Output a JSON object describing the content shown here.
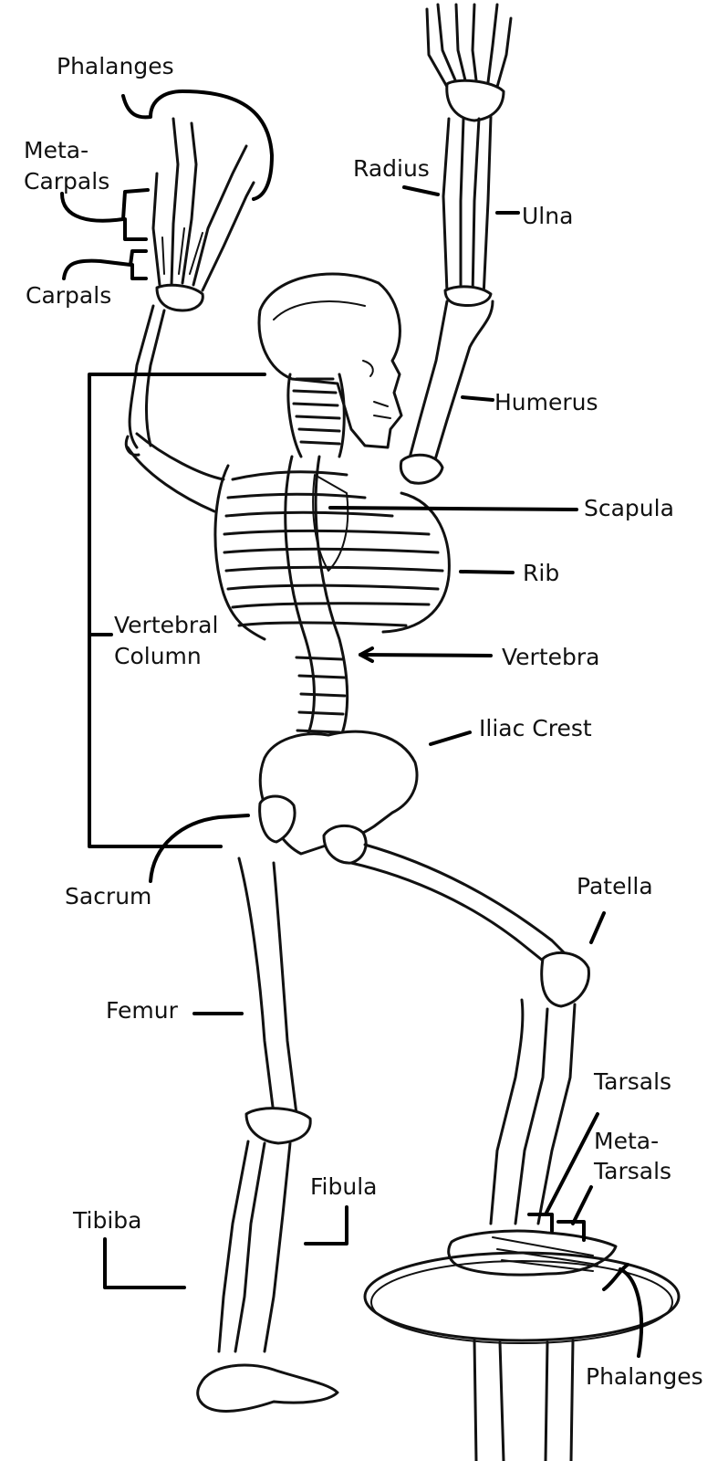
{
  "labels": {
    "phalanges_hand": "Phalanges",
    "metacarpals_1": "Meta-",
    "metacarpals_2": "Carpals",
    "carpals": "Carpals",
    "radius": "Radius",
    "ulna": "Ulna",
    "humerus": "Humerus",
    "scapula": "Scapula",
    "rib": "Rib",
    "vertebral_column_1": "Vertebral",
    "vertebral_column_2": "Column",
    "vertebra": "Vertebra",
    "iliac_crest": "Iliac Crest",
    "sacrum": "Sacrum",
    "patella": "Patella",
    "femur": "Femur",
    "tarsals": "Tarsals",
    "metatarsals_1": "Meta-",
    "metatarsals_2": "Tarsals",
    "fibula": "Fibula",
    "tibia": "Tibiba",
    "phalanges_foot": "Phalanges"
  }
}
